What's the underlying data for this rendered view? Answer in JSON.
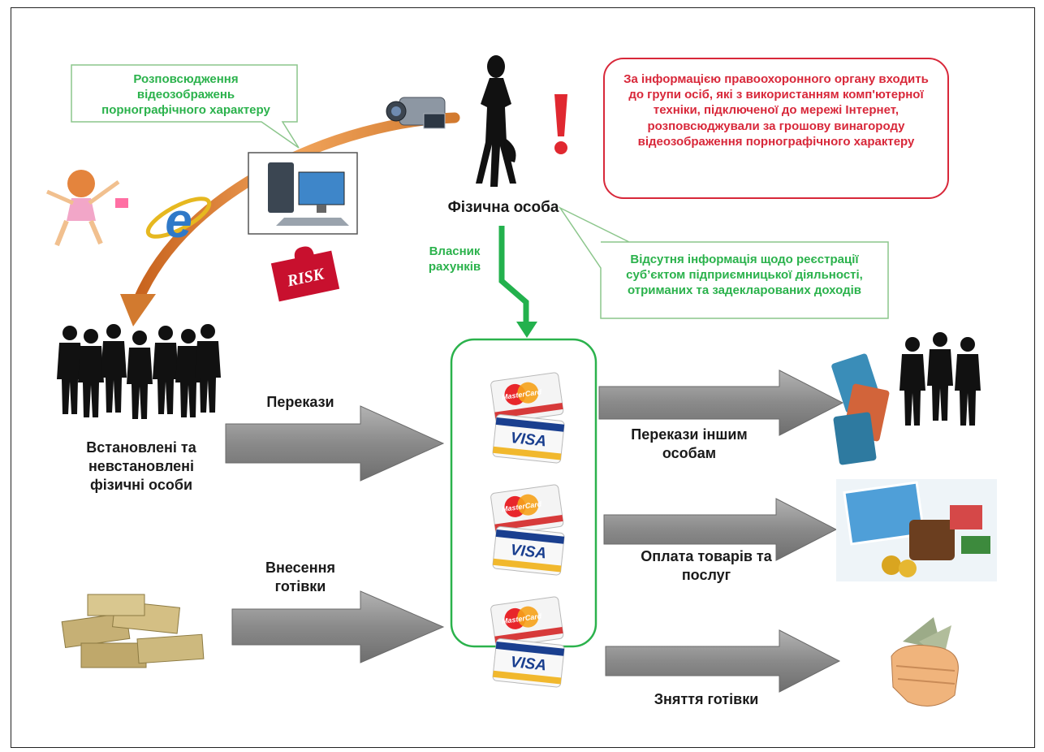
{
  "callouts": {
    "distribution": "Розповсюдження відеозображень порнографічного характеру",
    "law_enforcement": "За інформацією правоохоронного органу входить до групи осіб, які з використанням комп'ютерної техніки, підключеної до мережі Інтернет, розповсюджували за грошову винагороду відеозображення порнографічного характеру",
    "no_info": "Відсутня інформація щодо реєстрації суб’єктом підприємницької діяльності, отриманих та задекларованих доходів"
  },
  "person": {
    "label": "Фізична особа",
    "owner": "Власник рахунків"
  },
  "left": {
    "people_label": "Встановлені та невстановлені фізичні особи",
    "transfers": "Перекази",
    "cash_in": "Внесення готівки"
  },
  "cards": {
    "brand_top": "MasterCard",
    "brand_bottom": "VISA",
    "count": 3
  },
  "right": {
    "transfers_out": "Перекази іншим особам",
    "payment": "Оплата товарів та послуг",
    "withdrawal": "Зняття готівки"
  },
  "icons": [
    "woman-silhouette-icon",
    "exclamation-icon",
    "camcorder-icon",
    "computer-icon",
    "ie-browser-icon",
    "risk-puzzle-icon",
    "girl-laptop-icon",
    "people-silhouettes-icon",
    "cash-stack-icon",
    "bank-card-icon",
    "shopping-icon",
    "fist-money-icon"
  ],
  "colors": {
    "green": "#2bb24c",
    "red": "#d8283a",
    "arrow_gray": "#8c8c8c",
    "curve_orange": "#d9823a"
  }
}
